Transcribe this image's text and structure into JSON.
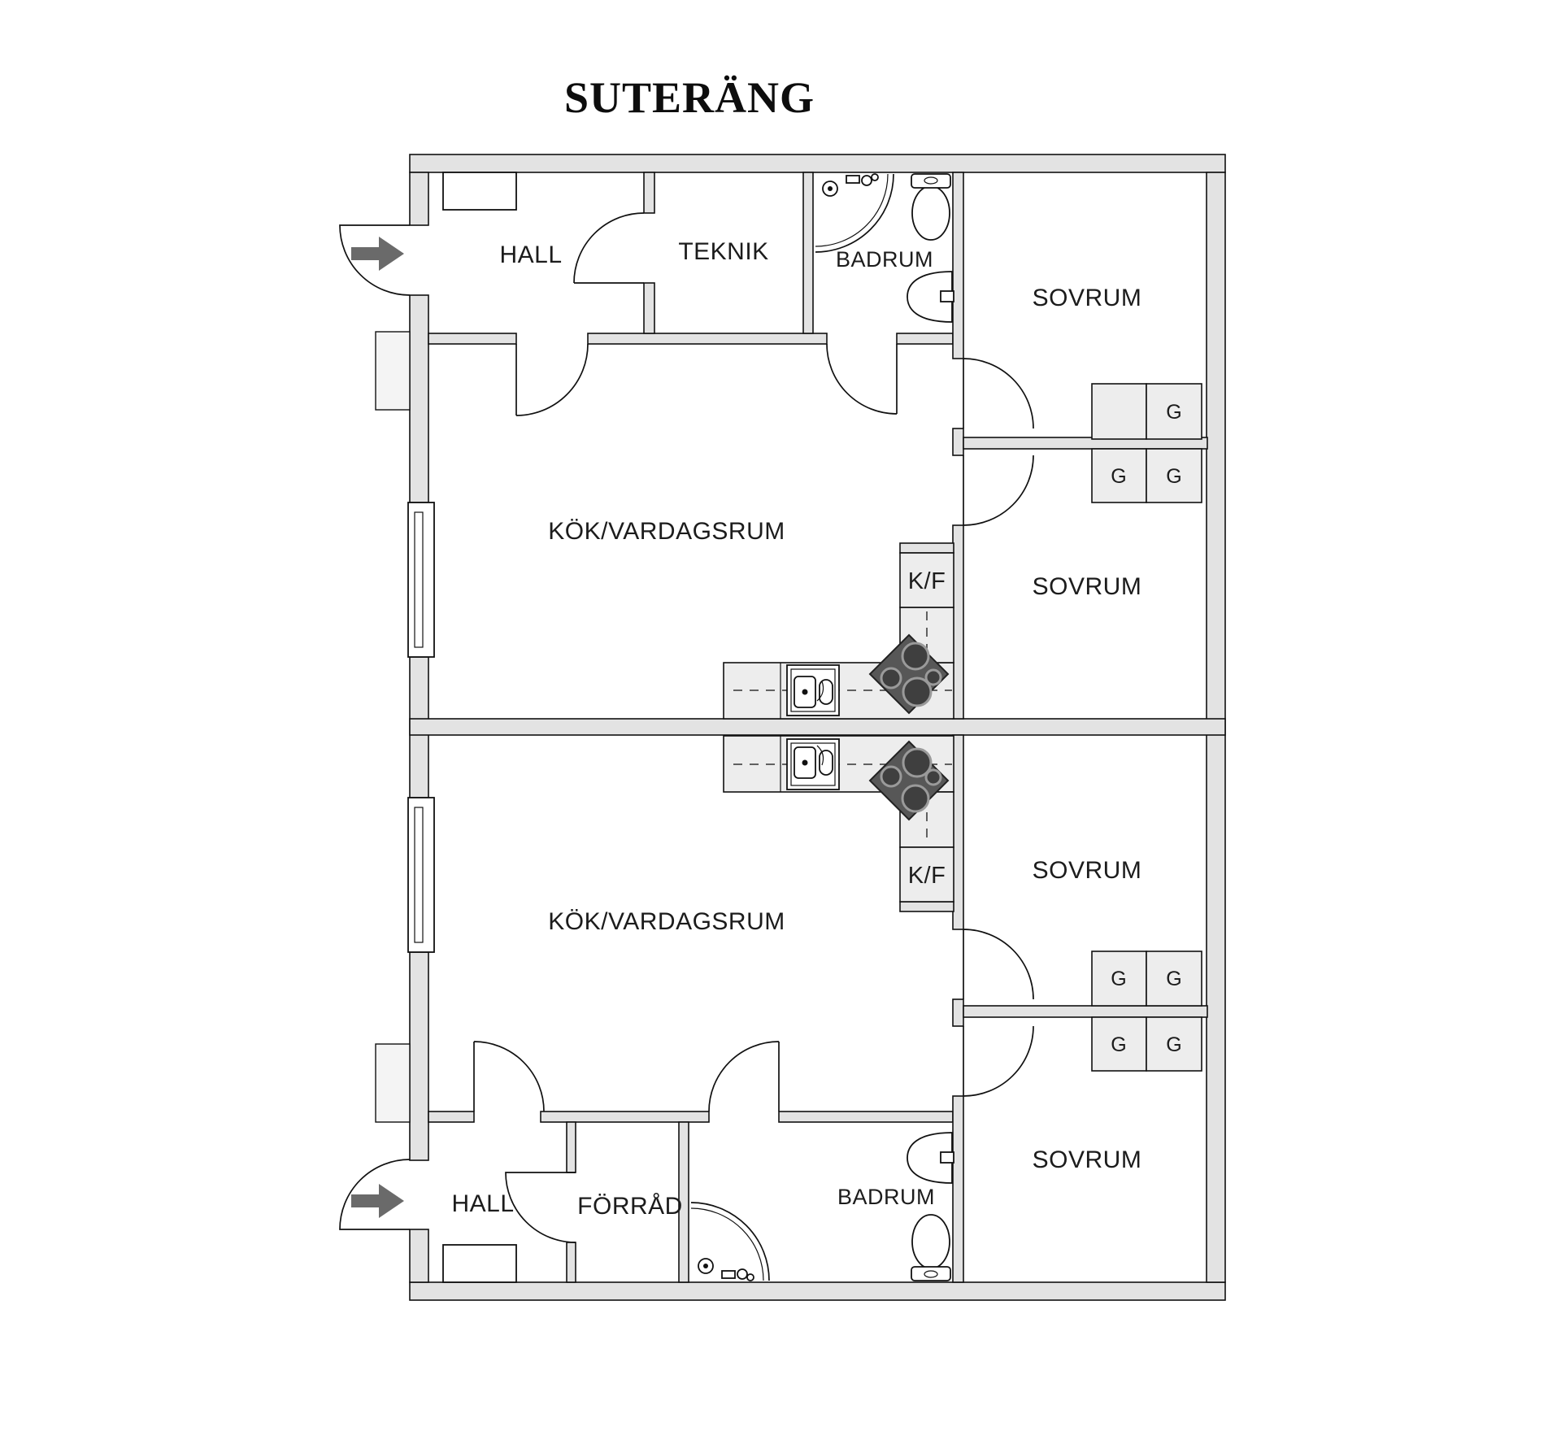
{
  "title": "SUTERÄNG",
  "colors": {
    "wall_fill": "#e3e3e3",
    "cabinet_fill": "#ededed",
    "patio_fill": "#f4f4f4",
    "outline": "#111111",
    "stove_fill": "#575757",
    "arrow_fill": "#6a6a6a",
    "text": "#1c1c1c"
  },
  "apartments": {
    "upper": {
      "rooms": {
        "hall": "HALL",
        "teknik": "TEKNIK",
        "badrum": "BADRUM",
        "sovrum_1": "SOVRUM",
        "sovrum_2": "SOVRUM",
        "kok_vardagsrum": "KÖK/VARDAGSRUM",
        "kf": "K/F"
      },
      "wardrobes": {
        "g1": "G",
        "g2": "G",
        "g3": "G"
      }
    },
    "lower": {
      "rooms": {
        "hall": "HALL",
        "forrad": "FÖRRÅD",
        "badrum": "BADRUM",
        "sovrum_1": "SOVRUM",
        "sovrum_2": "SOVRUM",
        "kok_vardagsrum": "KÖK/VARDAGSRUM",
        "kf": "K/F"
      },
      "wardrobes": {
        "g1": "G",
        "g2": "G",
        "g3": "G",
        "g4": "G"
      }
    }
  }
}
